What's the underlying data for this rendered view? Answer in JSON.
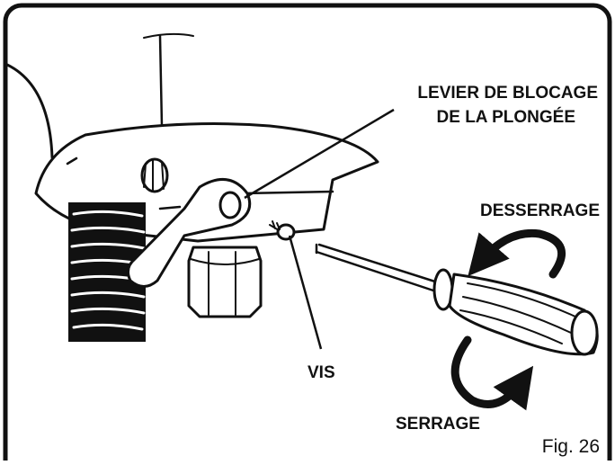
{
  "labels": {
    "lever_line1": "LEVIER DE BLOCAGE",
    "lever_line2": "DE LA PLONGÉE",
    "loosen": "DESSERRAGE",
    "screw": "VIS",
    "tighten": "SERRAGE"
  },
  "figure_caption": "Fig. 26",
  "colors": {
    "ink": "#111111",
    "paper": "#ffffff"
  }
}
